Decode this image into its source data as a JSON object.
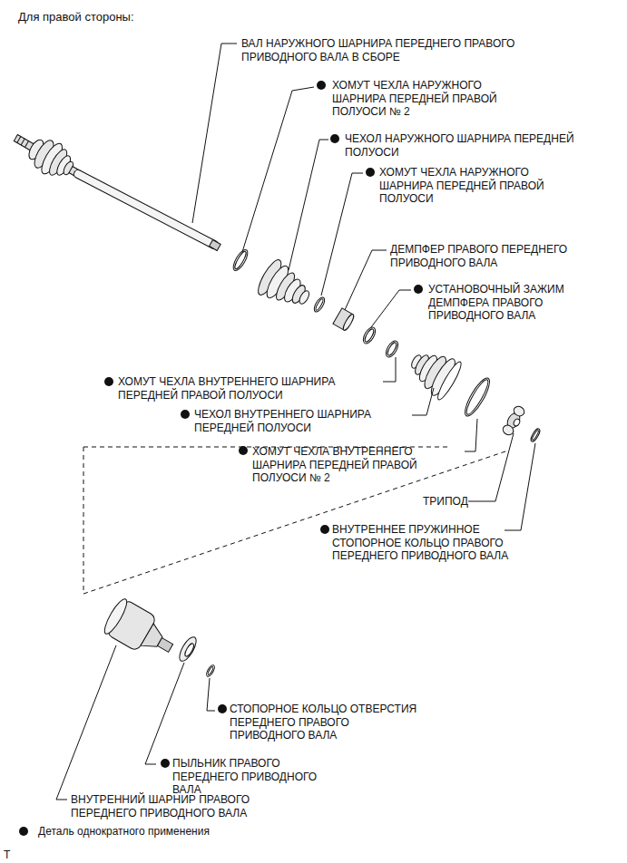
{
  "diagram": {
    "title": "Для правой стороны:",
    "labels": [
      "ВАЛ НАРУЖНОГО ШАРНИРА ПЕРЕДНЕГО ПРАВОГО ПРИВОДНОГО ВАЛА В СБОРЕ",
      "ХОМУТ ЧЕХЛА НАРУЖНОГО ШАРНИРА ПЕРЕДНЕЙ ПРАВОЙ ПОЛУОСИ № 2",
      "ЧЕХОЛ НАРУЖНОГО ШАРНИРА ПЕРЕДНЕЙ ПОЛУОСИ",
      "ХОМУТ ЧЕХЛА НАРУЖНОГО ШАРНИРА ПЕРЕДНЕЙ ПРАВОЙ ПОЛУОСИ",
      "ДЕМПФЕР ПРАВОГО ПЕРЕДНЕГО ПРИВОДНОГО ВАЛА",
      "УСТАНОВОЧНЫЙ ЗАЖИМ ДЕМПФЕРА ПРАВОГО ПРИВОДНОГО ВАЛА",
      "ХОМУТ ЧЕХЛА ВНУТРЕННЕГО ШАРНИРА ПЕРЕДНЕЙ ПРАВОЙ ПОЛУОСИ",
      "ЧЕХОЛ ВНУТРЕННЕГО ШАРНИРА ПЕРЕДНЕЙ ПОЛУОСИ",
      "ХОМУТ ЧЕХЛА ВНУТРЕННЕГО ШАРНИРА ПЕРЕДНЕЙ ПРАВОЙ ПОЛУОСИ № 2",
      "ТРИПОД",
      "ВНУТРЕННЕЕ ПРУЖИННОЕ СТОПОРНОЕ КОЛЬЦО ПРАВОГО ПЕРЕДНЕГО ПРИВОДНОГО ВАЛА",
      "СТОПОРНОЕ КОЛЬЦО ОТВЕРСТИЯ ПЕРЕДНЕГО ПРАВОГО ПРИВОДНОГО ВАЛА",
      "ПЫЛЬНИК ПРАВОГО ПЕРЕДНЕГО ПРИВОДНОГО ВАЛА",
      "ВНУТРЕННИЙ ШАРНИР ПРАВОГО ПЕРЕДНЕГО ПРИВОДНОГО ВАЛА",
      "T"
    ],
    "legend": [
      {
        "text": "Деталь однократного применения"
      }
    ]
  }
}
